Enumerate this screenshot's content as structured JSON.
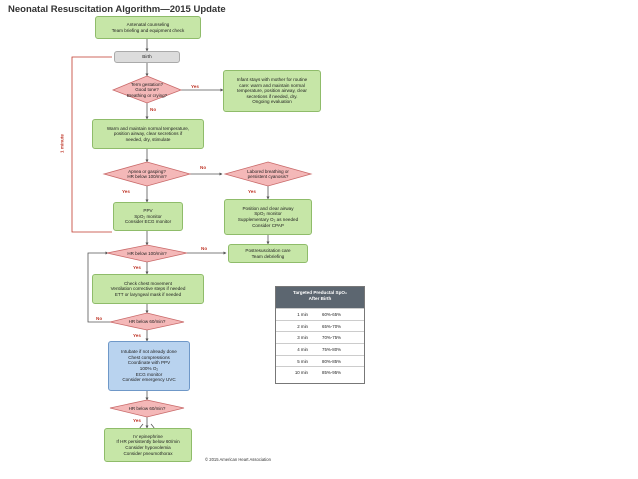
{
  "title": "Neonatal Resuscitation Algorithm—2015 Update",
  "boxes": {
    "antenatal": [
      "Antenatal counseling",
      "Team briefing and equipment check"
    ],
    "birth": [
      "Birth"
    ],
    "infant_stays": [
      "Infant stays with mother for routine",
      "care: warm and maintain normal",
      "temperature, position airway, clear",
      "secretions if needed, dry.",
      "Ongoing evaluation"
    ],
    "warm": [
      "Warm and maintain normal temperature,",
      "position airway, clear secretions if",
      "needed, dry, stimulate"
    ],
    "ppv": [
      "PPV",
      "SpO₂ monitor",
      "Consider ECG monitor"
    ],
    "position_clear": [
      "Position and clear airway",
      "SpO₂ monitor",
      "Supplementary O₂ as needed",
      "Consider CPAP"
    ],
    "postresus": [
      "Postresuscitation care",
      "Team debriefing"
    ],
    "check_chest": [
      "Check chest movement",
      "Ventilation corrective steps if needed",
      "ETT or laryngeal mask if needed"
    ],
    "intubate": [
      "Intubate if not already done",
      "Chest compressions",
      "Coordinate with PPV",
      "100% O₂",
      "ECG monitor",
      "Consider emergency UVC"
    ],
    "epinephrine": [
      "IV epinephrine",
      "If HR persistently below 60/min",
      "Consider hypovolemia",
      "Consider pneumothorax"
    ]
  },
  "decisions": {
    "term": [
      "Term gestation?",
      "Good tone?",
      "Breathing or crying?"
    ],
    "apnea": [
      "Apnea or gasping?",
      "HR below 100/min?"
    ],
    "labored": [
      "Labored breathing or",
      "persistent cyanosis?"
    ],
    "hr100": [
      "HR below 100/min?"
    ],
    "hr60a": [
      "HR below 60/min?"
    ],
    "hr60b": [
      "HR below 60/min?"
    ]
  },
  "labels": {
    "yes": "Yes",
    "no": "No",
    "one_minute": "1 minute"
  },
  "spo2_table": {
    "header": [
      "Targeted Preductal SpO₂",
      "After Birth"
    ],
    "rows": [
      {
        "time": "1 min",
        "range": "60%-65%"
      },
      {
        "time": "2 min",
        "range": "65%-70%"
      },
      {
        "time": "3 min",
        "range": "70%-75%"
      },
      {
        "time": "4 min",
        "range": "75%-80%"
      },
      {
        "time": "5 min",
        "range": "80%-85%"
      },
      {
        "time": "10 min",
        "range": "85%-95%"
      }
    ]
  },
  "copyright": "© 2015 American Heart Association",
  "colors": {
    "green": "#c6e6a7",
    "gray": "#dcdcdc",
    "blue": "#b9d3ef",
    "decision": "#f4b8b8",
    "label_red": "#c0392b",
    "table_header": "#5c6670"
  }
}
